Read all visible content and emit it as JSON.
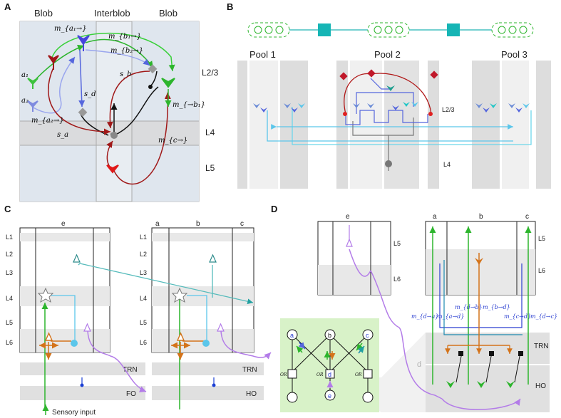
{
  "panels": [
    "A",
    "B",
    "C",
    "D"
  ],
  "panel_a": {
    "columns": [
      "Blob",
      "Interblob",
      "Blob"
    ],
    "layers": [
      "L2/3",
      "L4",
      "L5"
    ],
    "labels": {
      "ma1": "m_{a₁→}",
      "mb1": "m_{b₁→}",
      "mb2": "m_{b₂→}",
      "a1": "a₁",
      "a2": "a₂",
      "sd": "s_d",
      "sb": "s_b",
      "ma2": "m_{a₂→}",
      "sa": "s_a",
      "mtob1": "m_{→b₁}",
      "mc": "m_{c→}"
    }
  },
  "panel_b": {
    "pools": [
      "Pool 1",
      "Pool 2",
      "Pool 3"
    ],
    "layers": [
      "L2/3",
      "L4"
    ]
  },
  "panel_c": {
    "left_column": "e",
    "right_columns": [
      "a",
      "b",
      "c"
    ],
    "layers": [
      "L1",
      "L2",
      "L3",
      "L4",
      "L5",
      "L6"
    ],
    "left_thalamus": [
      "TRN",
      "FO"
    ],
    "right_thalamus": [
      "TRN",
      "HO"
    ],
    "legend": "Sensory input"
  },
  "panel_d": {
    "left_column": "e",
    "right_columns": [
      "a",
      "b",
      "c"
    ],
    "layers": [
      "L5",
      "L6"
    ],
    "messages": [
      "m_{d→a}",
      "m_{a→d}",
      "m_{d→b}",
      "m_{b→d}",
      "m_{c→d}",
      "m_{d→c}"
    ],
    "thalamus": [
      "TRN",
      "HO"
    ],
    "node_d": "d",
    "graph_nodes": [
      "a",
      "b",
      "c",
      "d",
      "e"
    ],
    "or_label": "OR"
  },
  "colors": {
    "green": "#2db52d",
    "red": "#b01818",
    "blue": "#5566dd",
    "teal": "#21b3b3",
    "orange": "#d4731a",
    "purple": "#b37ce8",
    "cyan": "#5bc6ea"
  }
}
